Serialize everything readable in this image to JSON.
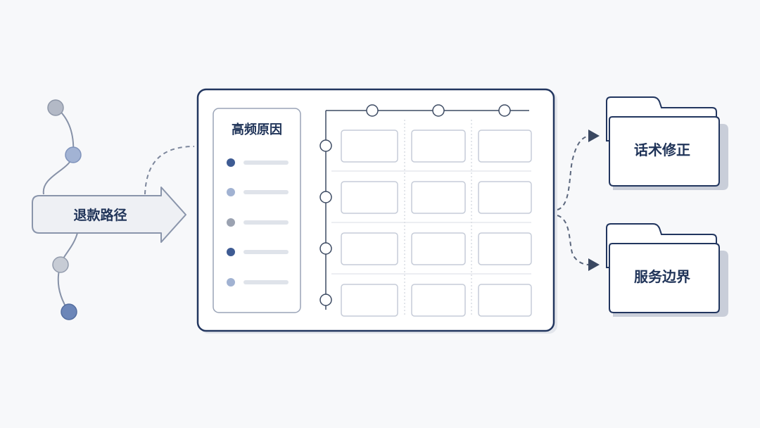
{
  "path": {
    "label": "退款路径"
  },
  "reasons_panel": {
    "title": "高频原因",
    "item_count": 5
  },
  "grid": {
    "rows": 4,
    "columns": 3
  },
  "outputs": [
    {
      "label": "话术修正"
    },
    {
      "label": "服务边界"
    }
  ],
  "colors": {
    "navy": "#22365f",
    "node_gray": "#b3b9c6",
    "node_light_blue": "#a2b3d4",
    "node_blue": "#6c86b8",
    "bullet_dark": "#3e5b93",
    "bullet_light": "#a1b2d2",
    "bullet_gray": "#9ba2b1",
    "bar_gray": "#dfe3ea",
    "cell_border": "#c6ccd8",
    "folder_shadow": "#c9ced9"
  }
}
